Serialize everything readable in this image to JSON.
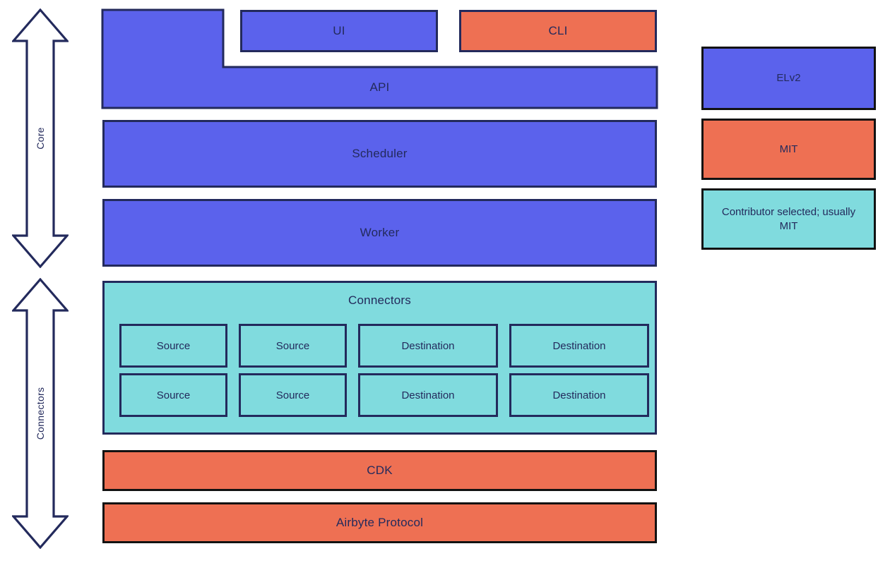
{
  "diagram": {
    "groups": [
      {
        "label": "Core"
      },
      {
        "label": "Connectors"
      }
    ],
    "blocks": {
      "ui": "UI",
      "cli": "CLI",
      "api": "API",
      "scheduler": "Scheduler",
      "worker": "Worker",
      "connectors_title": "Connectors",
      "connector_cells": [
        "Source",
        "Source",
        "Destination",
        "Destination",
        "Source",
        "Source",
        "Destination",
        "Destination"
      ],
      "cdk": "CDK",
      "protocol": "Airbyte Protocol"
    },
    "legend": [
      {
        "label": "ELv2",
        "color": "#5b62ec"
      },
      {
        "label": "MIT",
        "color": "#ee7053"
      },
      {
        "label": "Contributor selected; usually MIT",
        "color": "#80dbde"
      }
    ],
    "colors": {
      "elv2_blue": "#5b62ec",
      "mit_orange": "#ee7053",
      "contributor_teal": "#80dbde",
      "outline_navy": "#232a5c",
      "outline_black": "#121212",
      "label_text": "#232a5c",
      "background": "#ffffff"
    }
  }
}
